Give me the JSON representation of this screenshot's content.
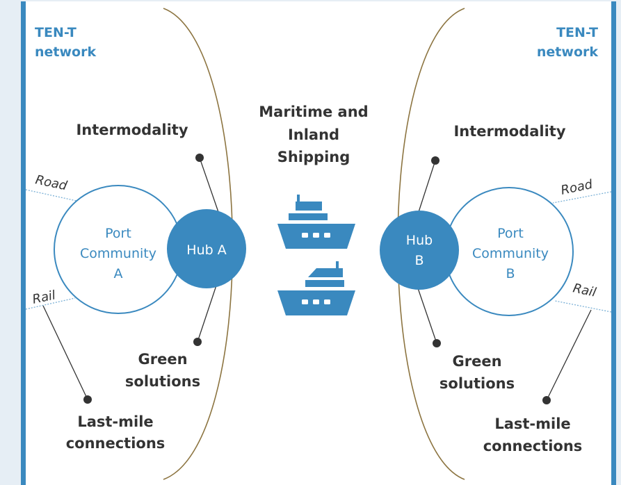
{
  "left": {
    "network_line1": "TEN-T",
    "network_line2": "network",
    "intermodality": "Intermodality",
    "road": "Road",
    "rail": "Rail",
    "port_line1": "Port",
    "port_line2": "Community",
    "port_line3": "A",
    "hub_line1": "Hub A",
    "green_line1": "Green",
    "green_line2": "solutions",
    "lastmile_line1": "Last-mile",
    "lastmile_line2": "connections"
  },
  "center": {
    "shipping_line1": "Maritime and",
    "shipping_line2": "Inland",
    "shipping_line3": "Shipping"
  },
  "right": {
    "network_line1": "TEN-T",
    "network_line2": "network",
    "intermodality": "Intermodality",
    "road": "Road",
    "rail": "Rail",
    "port_line1": "Port",
    "port_line2": "Community",
    "port_line3": "B",
    "hub_line1": "Hub",
    "hub_line2": "B",
    "green_line1": "Green",
    "green_line2": "solutions",
    "lastmile_line1": "Last-mile",
    "lastmile_line2": "connections"
  },
  "colors": {
    "accent_blue": "#3a89bf",
    "arc": "#8c7440",
    "text": "#333333",
    "background": "#e6eef5",
    "panel": "#ffffff"
  },
  "icons": [
    "ship-icon",
    "ship-icon"
  ]
}
